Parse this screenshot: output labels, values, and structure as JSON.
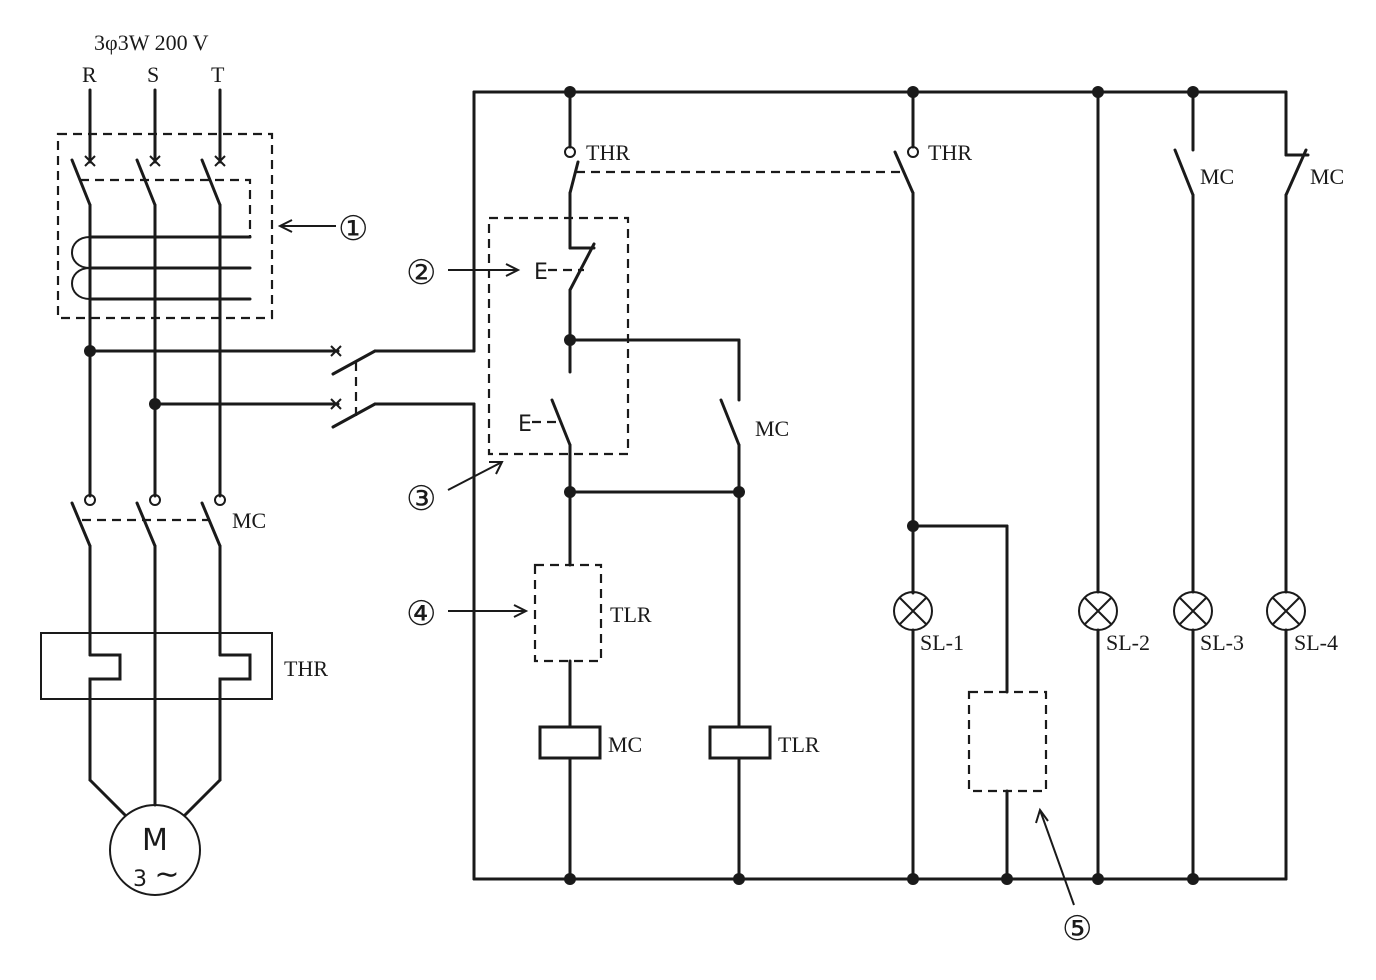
{
  "supply": {
    "label": "3φ3W 200 V",
    "phases": [
      "R",
      "S",
      "T"
    ]
  },
  "labels": {
    "thr_left": "THR",
    "thr_right": "THR",
    "mc_right_1": "MC",
    "mc_right_2": "MC",
    "mc_main": "MC",
    "mc_aux": "MC",
    "thr_main": "THR",
    "tlr_contact": "TLR",
    "mc_coil": "MC",
    "tlr_coil": "TLR",
    "sl1": "SL-1",
    "sl2": "SL-2",
    "sl3": "SL-3",
    "sl4": "SL-4",
    "e_stop": "E",
    "e_start": "E"
  },
  "motor": {
    "symbol": "M",
    "phase_count": "3",
    "ac_symbol": "∼"
  },
  "callouts": [
    "①",
    "②",
    "③",
    "④",
    "⑤"
  ]
}
